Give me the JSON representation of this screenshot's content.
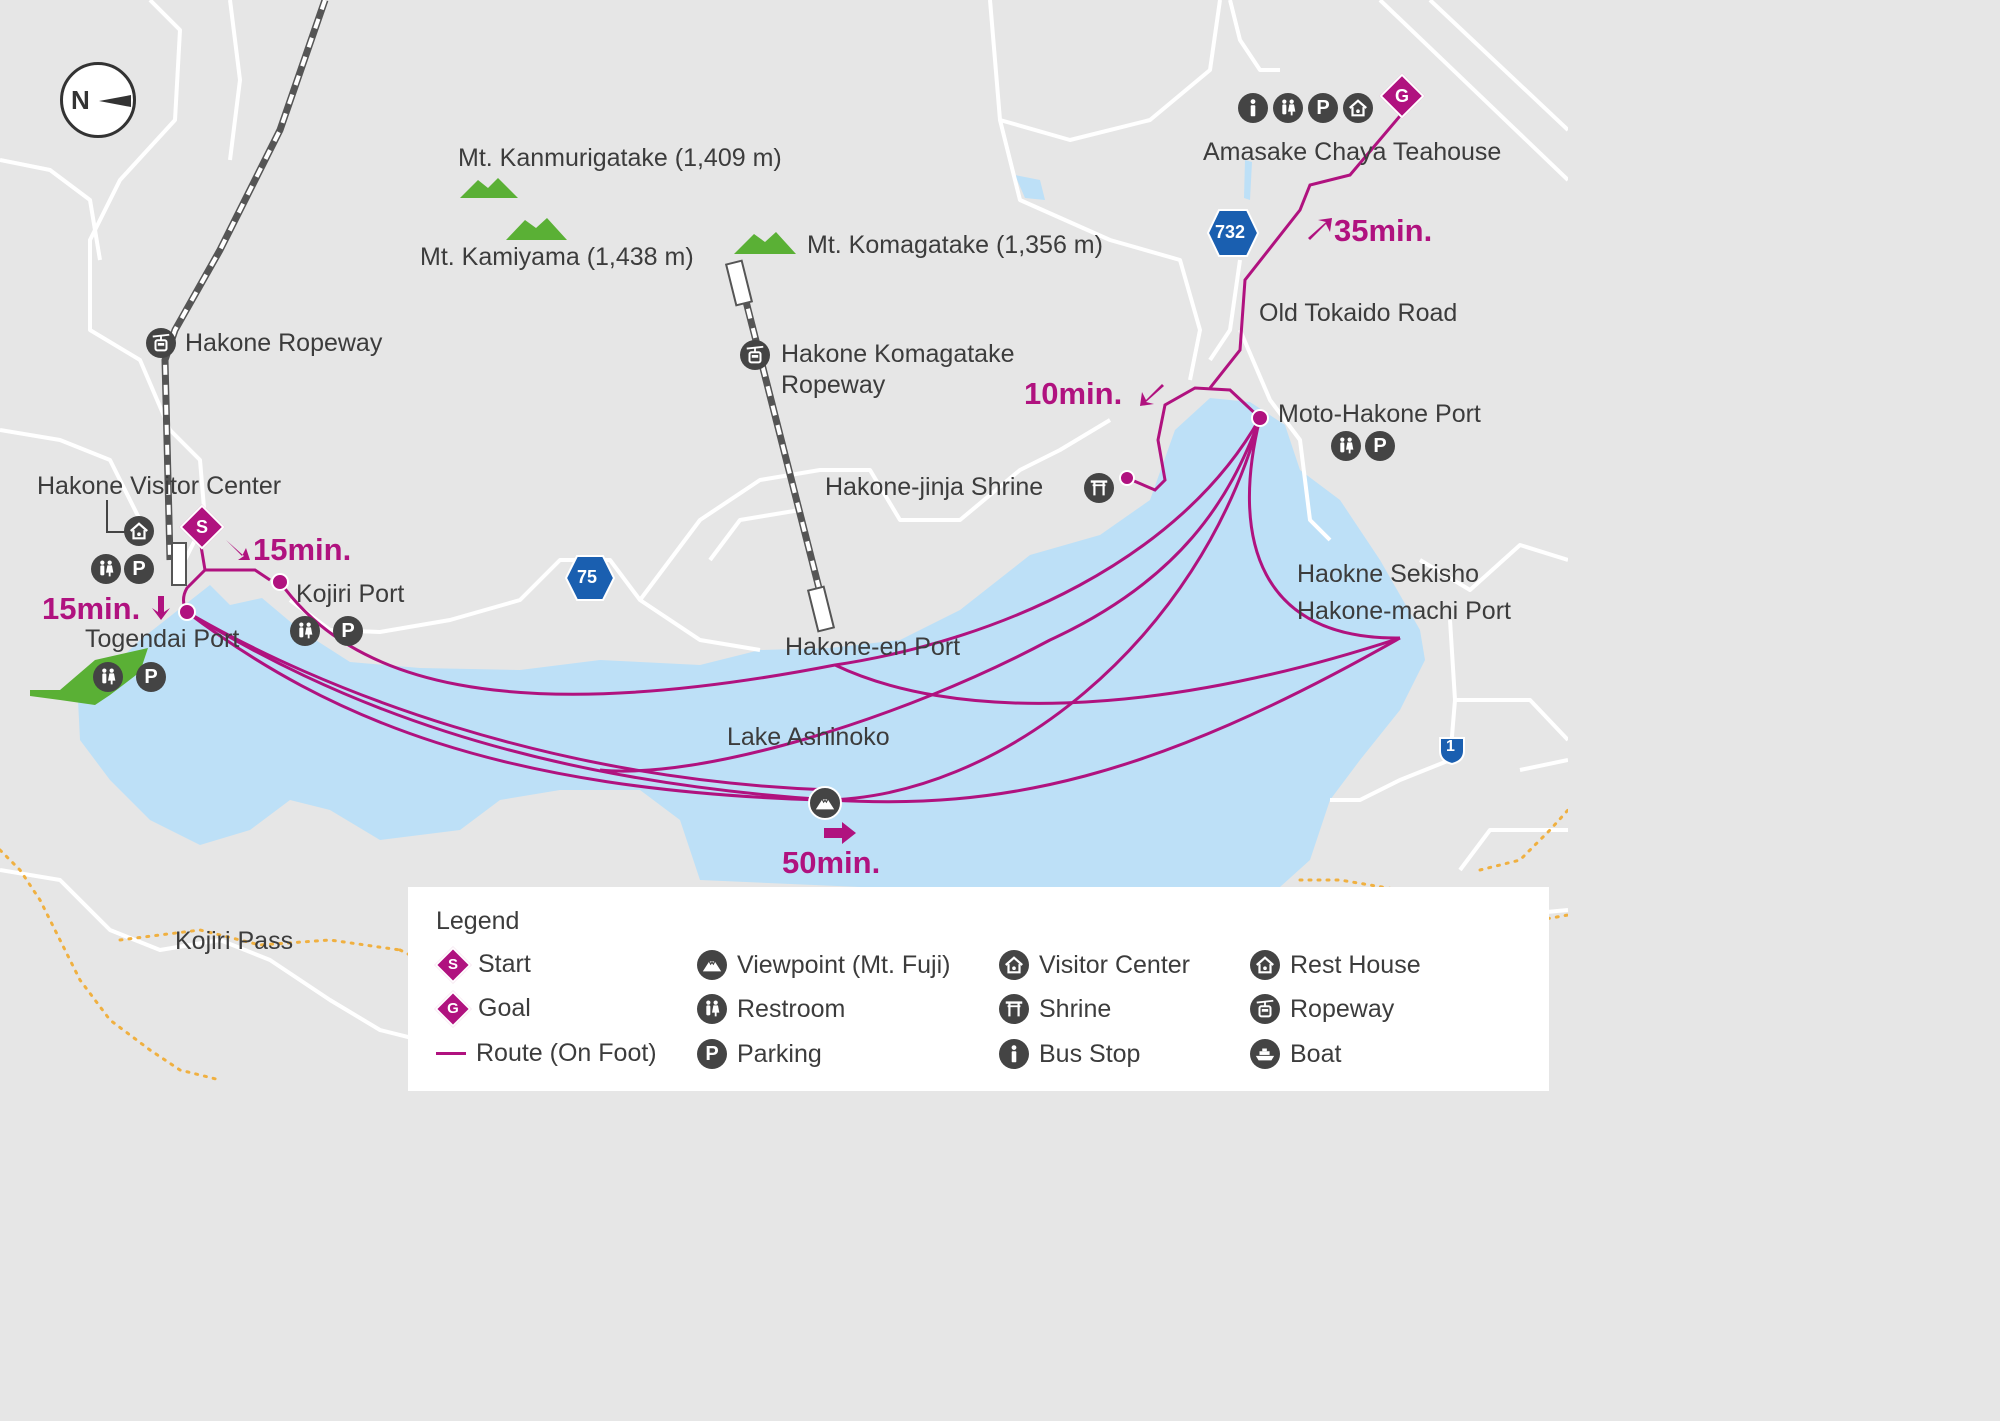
{
  "compass": {
    "letter": "N"
  },
  "mountains": [
    {
      "name": "Mt. Kanmurigatake (1,409 m)"
    },
    {
      "name": "Mt. Kamiyama (1,438 m)"
    },
    {
      "name": "Mt. Komagatake (1,356 m)"
    }
  ],
  "places": {
    "hakone_ropeway": "Hakone Ropeway",
    "komagatake_ropeway_1": "Hakone Komagatake",
    "komagatake_ropeway_2": "Ropeway",
    "visitor_center": "Hakone Visitor Center",
    "kojiri_port": "Kojiri Port",
    "togendai_port": "Togendai Port",
    "hakone_en_port": "Hakone-en Port",
    "lake": "Lake Ashinoko",
    "jinja": "Hakone-jinja Shrine",
    "moto_hakone": "Moto-Hakone Port",
    "sekisho": "Haokne Sekisho",
    "machi_port": "Hakone-machi Port",
    "old_tokaido": "Old Tokaido Road",
    "teahouse": "Amasake Chaya Teahouse",
    "kojiri_pass": "Kojiri Pass"
  },
  "roads": {
    "r75": "75",
    "r732": "732",
    "r1": "1"
  },
  "times": {
    "t15a": "15min.",
    "t15b": "15min.",
    "t10": "10min.",
    "t35": "35min.",
    "t50": "50min."
  },
  "markers": {
    "start": "S",
    "goal": "G",
    "parking": "P"
  },
  "legend": {
    "title": "Legend",
    "items": [
      {
        "label": "Start",
        "icon": "start-marker"
      },
      {
        "label": "Goal",
        "icon": "goal-marker"
      },
      {
        "label": "Route (On Foot)",
        "icon": "route-line"
      },
      {
        "label": "Viewpoint (Mt. Fuji)",
        "icon": "viewpoint-icon"
      },
      {
        "label": "Restroom",
        "icon": "restroom-icon"
      },
      {
        "label": "Parking",
        "icon": "parking-icon"
      },
      {
        "label": "Visitor Center",
        "icon": "visitor-center-icon"
      },
      {
        "label": "Shrine",
        "icon": "shrine-icon"
      },
      {
        "label": "Bus Stop",
        "icon": "bus-stop-icon"
      },
      {
        "label": "Rest House",
        "icon": "rest-house-icon"
      },
      {
        "label": "Ropeway",
        "icon": "ropeway-icon"
      },
      {
        "label": "Boat",
        "icon": "boat-icon"
      }
    ]
  },
  "colors": {
    "route": "#b0127f",
    "lake": "#bde0f7",
    "land": "#e6e6e6",
    "mountain": "#5ab035",
    "road_sign": "#1a5fb0",
    "icon": "#444444"
  }
}
